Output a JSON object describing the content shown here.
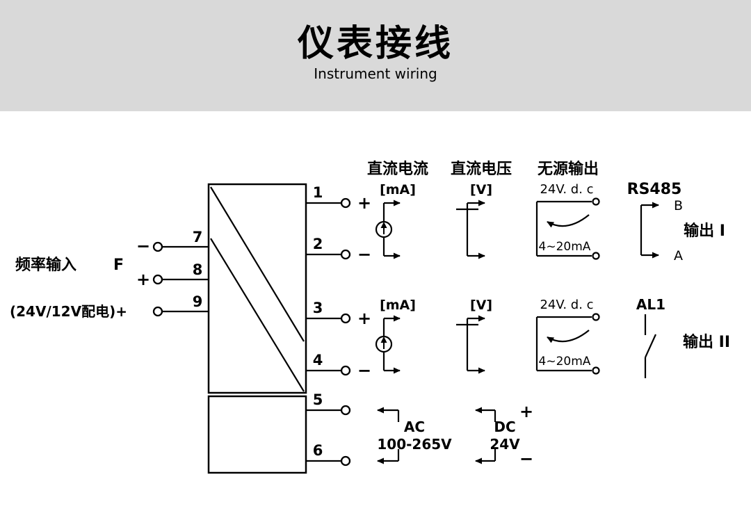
{
  "header": {
    "title": "仪表接线",
    "subtitle": "Instrument wiring"
  },
  "left": {
    "terminal_7": "7",
    "terminal_8": "8",
    "terminal_9": "9",
    "minus": "−",
    "plus": "+",
    "frequency_label": "频率输入",
    "frequency_symbol": "F",
    "power_label": "(24V/12V配电)+"
  },
  "right": {
    "terminal_1": "1",
    "terminal_2": "2",
    "terminal_3": "3",
    "terminal_4": "4",
    "terminal_5": "5",
    "terminal_6": "6",
    "t1_polarity": "+",
    "t2_polarity": "−",
    "t3_polarity": "+",
    "t4_polarity": "−"
  },
  "headers": {
    "dc_current": "直流电流",
    "dc_voltage": "直流电压",
    "passive_output": "无源输出",
    "rs485": "RS485"
  },
  "row1": {
    "ma_unit": "[mA]",
    "v_unit": "[V]",
    "passive_voltage": "24V. d. c",
    "passive_range": "4~20mA",
    "rs485_b": "B",
    "rs485_a": "A",
    "output_label": "输出 I"
  },
  "row2": {
    "ma_unit": "[mA]",
    "v_unit": "[V]",
    "passive_voltage": "24V. d. c",
    "passive_range": "4~20mA",
    "alarm_label": "AL1",
    "output_label": "输出 II"
  },
  "power": {
    "ac_label": "AC",
    "ac_range": "100-265V",
    "dc_label": "DC",
    "dc_range": "24V",
    "plus": "+",
    "minus": "−"
  },
  "colors": {
    "banner": "#d9d9d9",
    "line": "#000000",
    "background": "#ffffff"
  }
}
